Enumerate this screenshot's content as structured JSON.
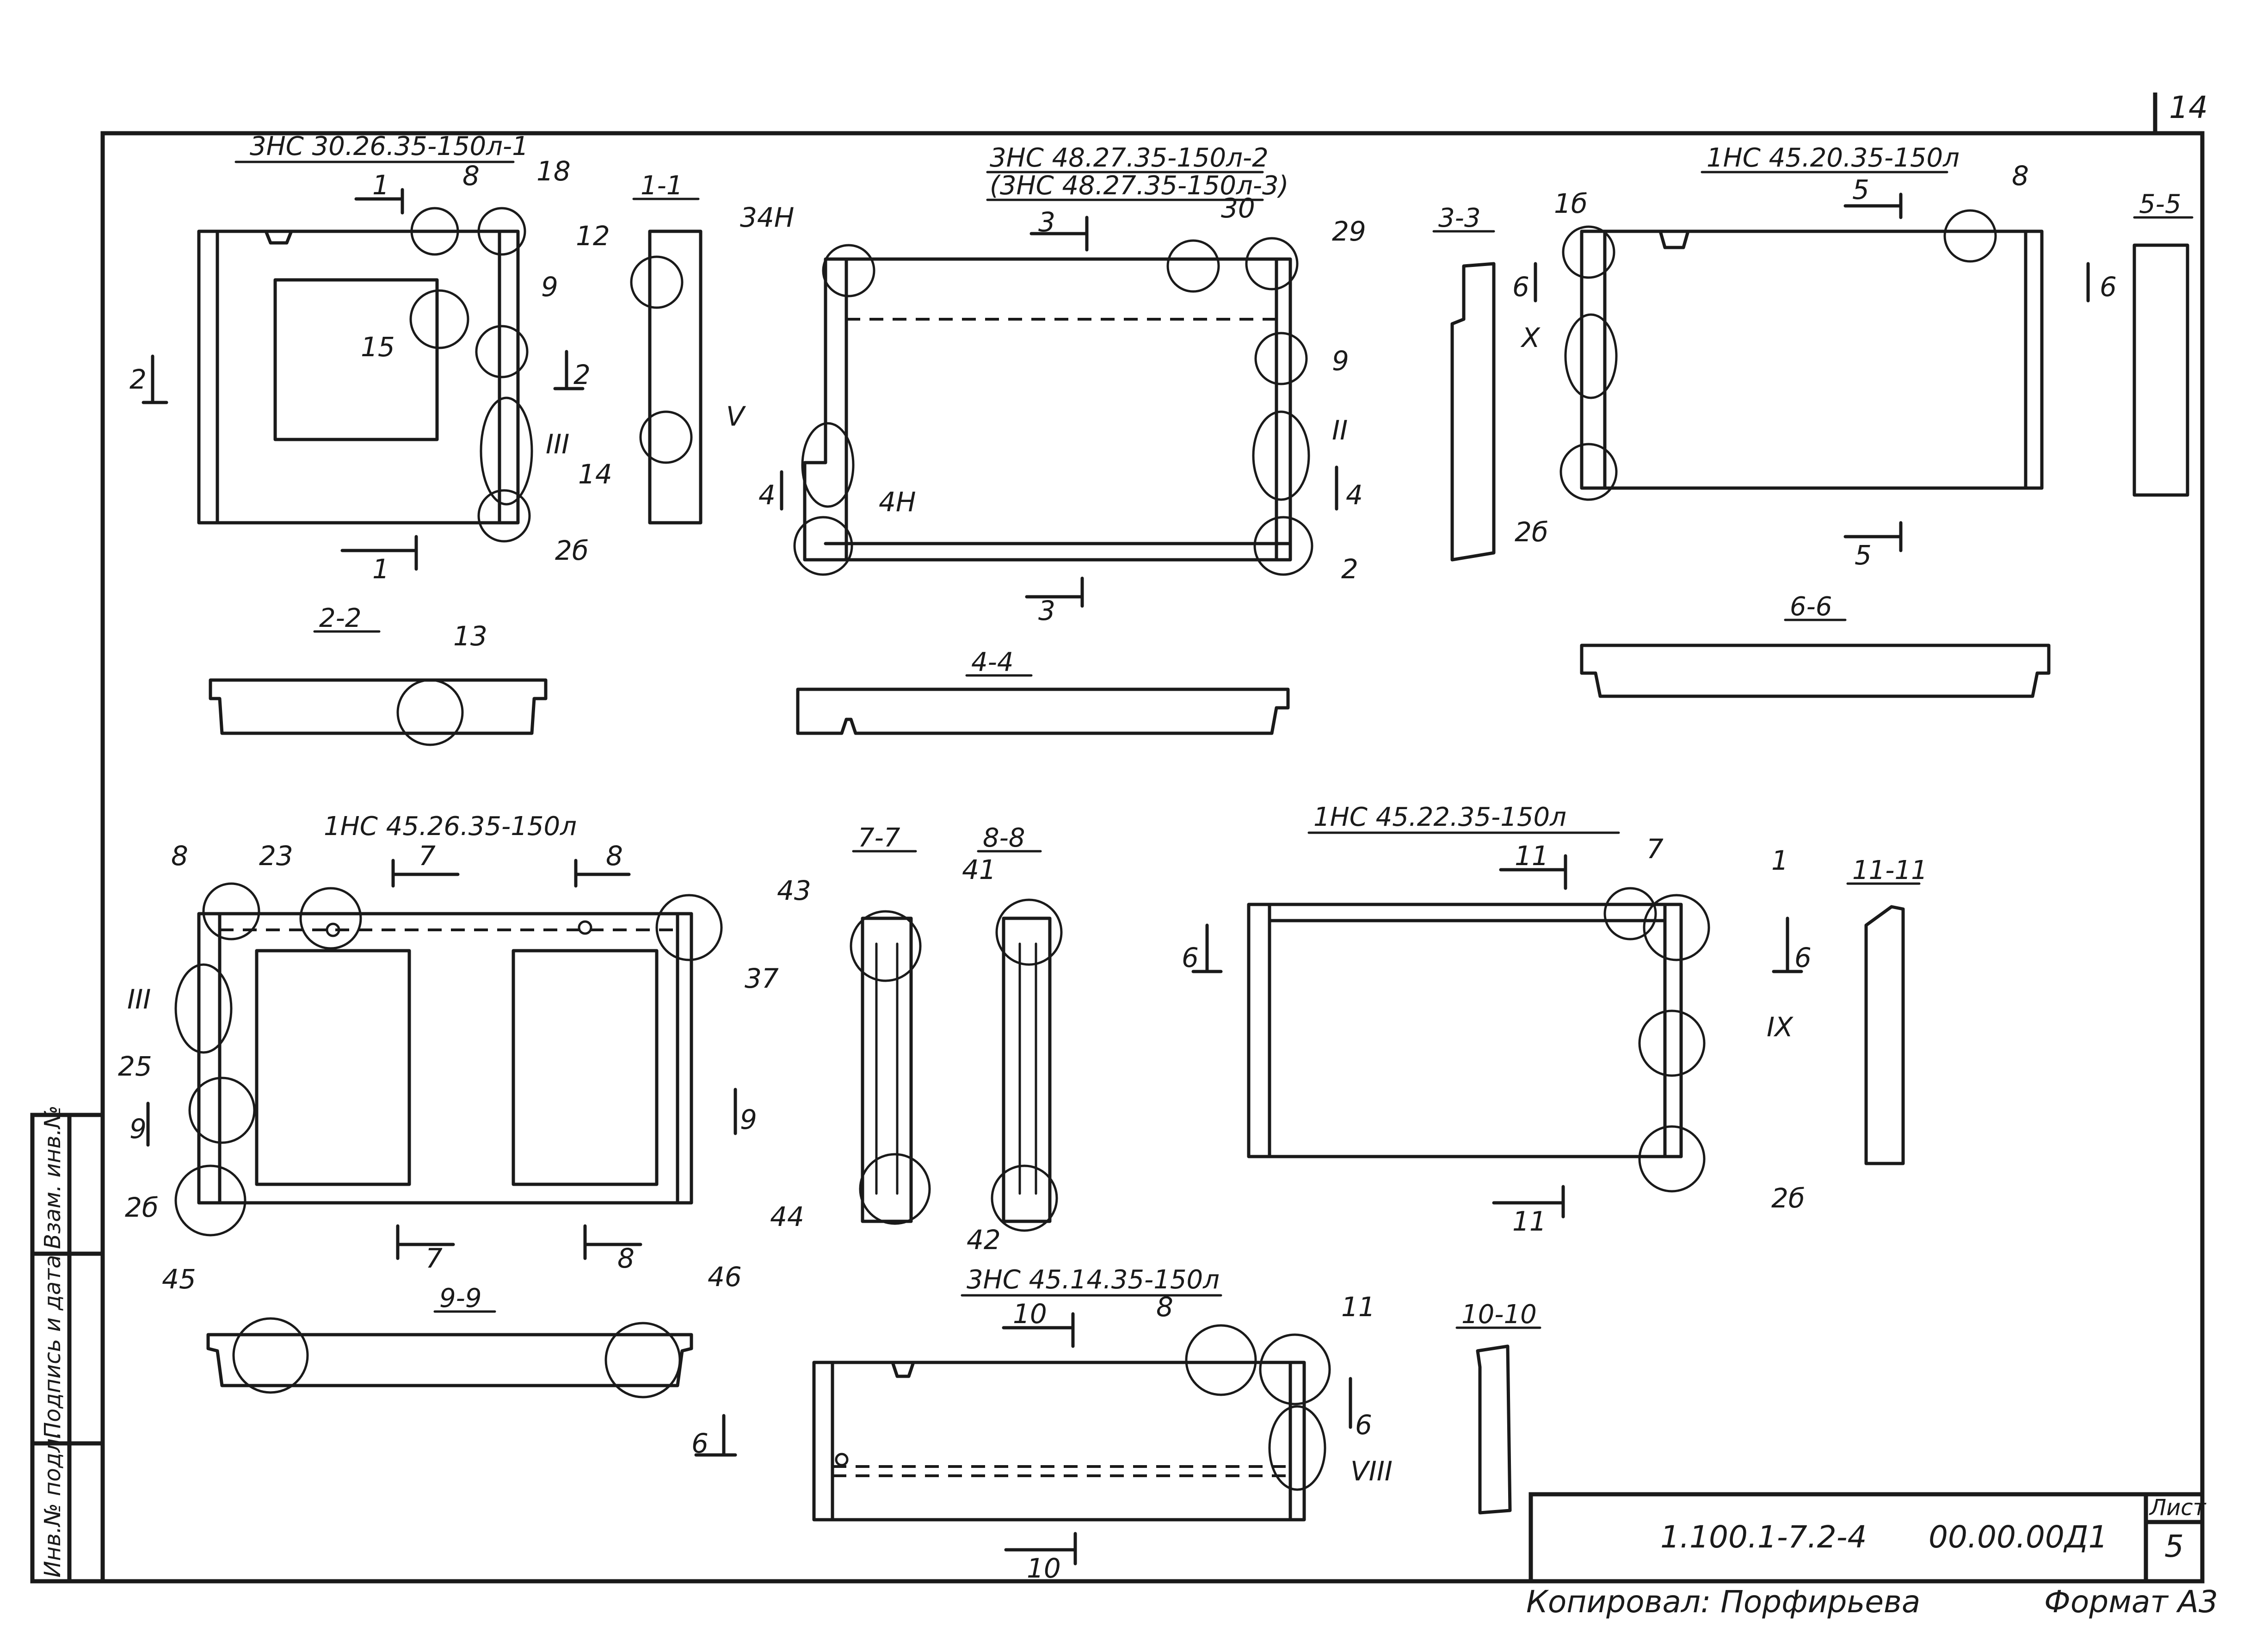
{
  "sheet": {
    "page_number": "14",
    "sheet_label": "Лист",
    "sheet_no": "5",
    "doc_code": "1.100.1-7.2-4",
    "drawing_code": "00.00.00Д1",
    "copied_by": "Копировал: Порфирьева",
    "format": "Формат А3"
  },
  "stamp_side": [
    "Инв.№ подл.",
    "Подпись и дата",
    "Взам. инв.№"
  ],
  "panels": {
    "p1": {
      "title": "3НС 30.26.35-150л-1"
    },
    "p2": {
      "title": "3НС 48.27.35-150л-2",
      "title2": "(3НС 48.27.35-150л-3)"
    },
    "p3": {
      "title": "1НС 45.20.35-150л"
    },
    "p4": {
      "title": "1НС 45.26.35-150л"
    },
    "p5": {
      "title": "1НС 45.22.35-150л"
    },
    "p6": {
      "title": "3НС 45.14.35-150л"
    }
  },
  "sections": {
    "s11": "1-1",
    "s22": "2-2",
    "s33": "3-3",
    "s44": "4-4",
    "s55": "5-5",
    "s66": "6-6",
    "s77": "7-7",
    "s88": "8-8",
    "s99": "9-9",
    "s1010": "10-10",
    "s1111": "11-11"
  },
  "callouts": {
    "c8": "8",
    "c18": "18",
    "c9": "9",
    "c15": "15",
    "c12": "12",
    "c14": "14",
    "c26": "2б",
    "c13": "13",
    "c34h": "34Н",
    "c30": "30",
    "c29": "29",
    "c4h": "4Н",
    "c2": "2",
    "c16": "1б",
    "c23": "23",
    "c37": "37",
    "c25": "25",
    "c43": "43",
    "c44": "44",
    "c41": "41",
    "c42": "42",
    "c7": "7",
    "c1": "1",
    "c11": "11",
    "c45": "45",
    "c46": "46"
  },
  "romans": {
    "r3": "III",
    "r5": "V",
    "r2": "II",
    "r10": "X",
    "r9": "IX",
    "r8": "VIII"
  },
  "cuts": {
    "k1": "1",
    "k2": "2",
    "k3": "3",
    "k4": "4",
    "k5": "5",
    "k6": "6",
    "k7": "7",
    "k8": "8",
    "k9": "9",
    "k10": "10",
    "k11": "11"
  }
}
